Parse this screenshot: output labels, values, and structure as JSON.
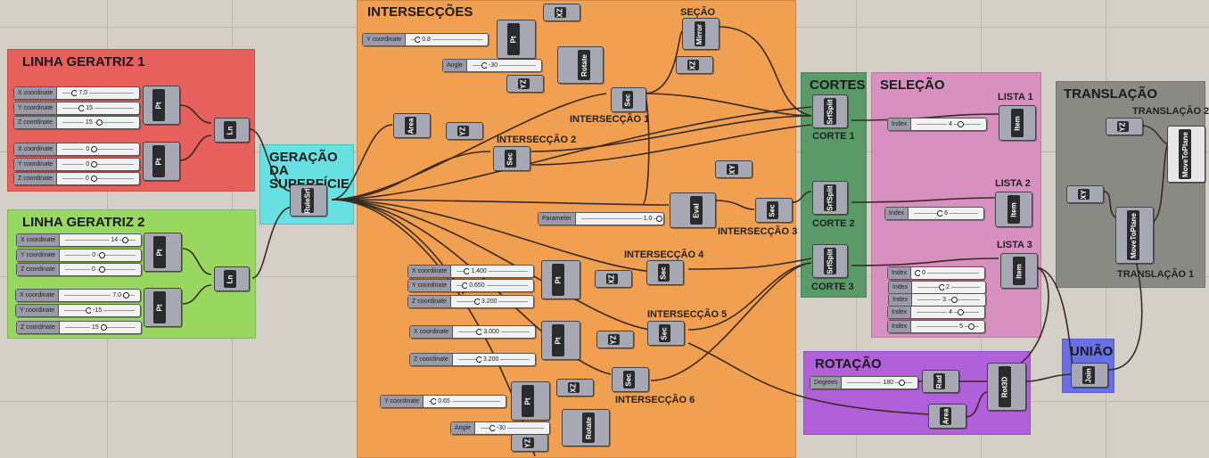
{
  "groups": {
    "linha1": {
      "title": "LINHA GERATRIZ 1",
      "color": "#e8605c"
    },
    "linha2": {
      "title": "LINHA GERATRIZ 2",
      "color": "#98d860"
    },
    "geracao": {
      "title": "GERAÇÃO DA\nSUPERFÍCIE",
      "color": "#66e0e0"
    },
    "intersec": {
      "title": "INTERSECÇÕES",
      "color": "#f0a050"
    },
    "cortes": {
      "title": "CORTES",
      "color": "#5a9a68"
    },
    "selecao": {
      "title": "SELEÇÃO",
      "color": "#d890c0"
    },
    "translacao": {
      "title": "TRANSLAÇÃO",
      "color": "#8a8a84"
    },
    "rotacao": {
      "title": "ROTAÇÃO",
      "color": "#b060d8"
    },
    "uniao": {
      "title": "UNIÃO",
      "color": "#6870e8"
    }
  },
  "labels": {
    "secao": "SEÇÃO",
    "intersec1": "INTERSECÇÃO 1",
    "intersec2": "INTERSECÇÃO 2",
    "intersec3": "INTERSECÇÃO 3",
    "intersec4": "INTERSECÇÃO 4",
    "intersec5": "INTERSECÇÃO 5",
    "intersec6": "INTERSECÇÃO 6",
    "corte1": "CORTE 1",
    "corte2": "CORTE 2",
    "corte3": "CORTE 3",
    "lista1": "LISTA 1",
    "lista2": "LISTA 2",
    "lista3": "LISTA 3",
    "translacao1": "TRANSLAÇÃO 1",
    "translacao2": "TRANSLAÇÃO 2"
  },
  "sliders": {
    "l1x1": {
      "name": "X coordinate",
      "value": "7.0"
    },
    "l1y1": {
      "name": "Y coordinate",
      "value": "15"
    },
    "l1z1": {
      "name": "Z coordinate",
      "value": "15"
    },
    "l1x2": {
      "name": "X coordinate",
      "value": "0"
    },
    "l1y2": {
      "name": "Y coordinate",
      "value": "0"
    },
    "l1z2": {
      "name": "Z coordinate",
      "value": "0"
    },
    "l2x1": {
      "name": "X coordinate",
      "value": "14"
    },
    "l2y1": {
      "name": "Y coordinate",
      "value": "0"
    },
    "l2z1": {
      "name": "Z coordinate",
      "value": "0"
    },
    "l2x2": {
      "name": "X coordinate",
      "value": "7.0"
    },
    "l2y2": {
      "name": "Y coordinate",
      "value": "-15"
    },
    "l2z2": {
      "name": "Z coordinate",
      "value": "15"
    },
    "iy1": {
      "name": "Y coordinate",
      "value": "0.8"
    },
    "iang1": {
      "name": "Angle",
      "value": "-30"
    },
    "iparam": {
      "name": "Parameter",
      "value": "1.0"
    },
    "i4x": {
      "name": "X coordinate",
      "value": "1.400"
    },
    "i4y": {
      "name": "Y coordinate",
      "value": "0.650"
    },
    "i4z": {
      "name": "Z coordinate",
      "value": "3.200"
    },
    "i5x": {
      "name": "X coordinate",
      "value": "3.000"
    },
    "i5z": {
      "name": "Z coordinate",
      "value": "3.200"
    },
    "i6y": {
      "name": "Y coordinate",
      "value": "0.65"
    },
    "iang2": {
      "name": "Angle",
      "value": "-30"
    },
    "idx1": {
      "name": "Index",
      "value": "4"
    },
    "idx2": {
      "name": "Index",
      "value": "6"
    },
    "idx3a": {
      "name": "Index",
      "value": "0"
    },
    "idx3b": {
      "name": "Index",
      "value": "2"
    },
    "idx3c": {
      "name": "Index",
      "value": "3"
    },
    "idx3d": {
      "name": "Index",
      "value": "4"
    },
    "idx3e": {
      "name": "Index",
      "value": "5"
    },
    "deg": {
      "name": "Degrees",
      "value": "180"
    }
  },
  "components": {
    "pt": "Pt",
    "ln": "Ln",
    "rulesrf": "RuleSrf",
    "xz": "XZ",
    "yz": "YZ",
    "xy": "XY",
    "rotate": "Rotate",
    "sec": "Sec",
    "mirror": "Mirror",
    "area": "Area",
    "eval": "Eval",
    "srfsplit": "SrfSplit",
    "item": "Item",
    "movetoplane": "MoveToPlane",
    "rad": "Rad",
    "rot3d": "Rot3D",
    "join": "Join"
  }
}
